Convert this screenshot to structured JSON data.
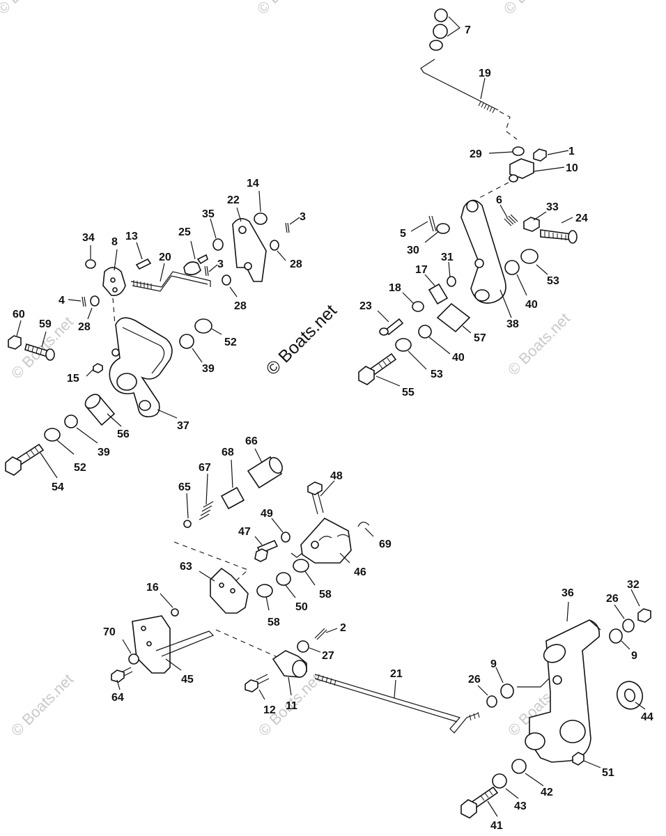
{
  "watermark": {
    "text": "© Boats.net",
    "center_text": "© Boats.net"
  },
  "callouts": {
    "c1": "1",
    "c2": "2",
    "c3a": "3",
    "c3b": "3",
    "c4": "4",
    "c5": "5",
    "c6": "6",
    "c7": "7",
    "c8": "8",
    "c9a": "9",
    "c9b": "9",
    "c10": "10",
    "c11": "11",
    "c12": "12",
    "c13": "13",
    "c14": "14",
    "c15": "15",
    "c16": "16",
    "c17": "17",
    "c18": "18",
    "c19": "19",
    "c20": "20",
    "c21": "21",
    "c22": "22",
    "c23": "23",
    "c24": "24",
    "c25": "25",
    "c26a": "26",
    "c26b": "26",
    "c27": "27",
    "c28a": "28",
    "c28b": "28",
    "c28c": "28",
    "c29": "29",
    "c30": "30",
    "c31": "31",
    "c32": "32",
    "c33": "33",
    "c34": "34",
    "c35": "35",
    "c36": "36",
    "c37": "37",
    "c38": "38",
    "c39a": "39",
    "c39b": "39",
    "c40a": "40",
    "c40b": "40",
    "c41": "41",
    "c42": "42",
    "c43": "43",
    "c44": "44",
    "c45": "45",
    "c46": "46",
    "c47": "47",
    "c48": "48",
    "c49": "49",
    "c50": "50",
    "c51": "51",
    "c52a": "52",
    "c52b": "52",
    "c53a": "53",
    "c53b": "53",
    "c54": "54",
    "c55": "55",
    "c56": "56",
    "c57": "57",
    "c58a": "58",
    "c58b": "58",
    "c59": "59",
    "c60": "60",
    "c63": "63",
    "c64": "64",
    "c65": "65",
    "c66": "66",
    "c67": "67",
    "c68": "68",
    "c69": "69",
    "c70": "70"
  }
}
